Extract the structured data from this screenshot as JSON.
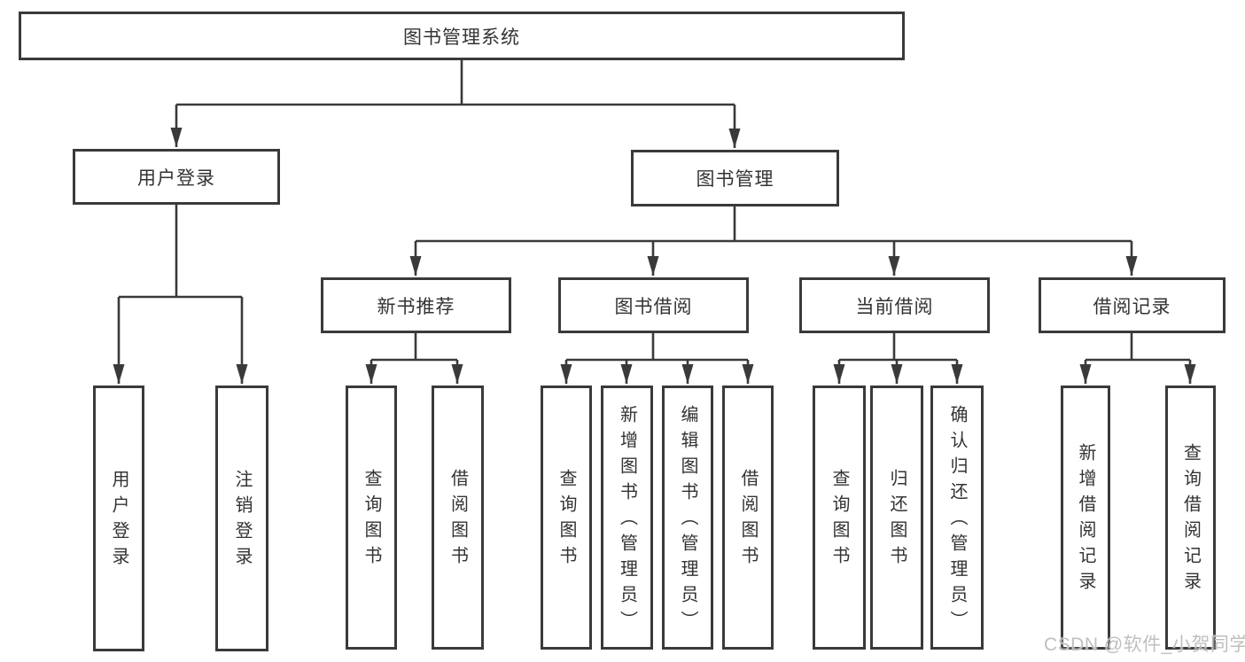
{
  "colors": {
    "line": "#3a3a3a",
    "text": "#333333",
    "watermark": "#bfbfbf"
  },
  "tree": {
    "root": {
      "label": "图书管理系统"
    },
    "level2": [
      {
        "label": "用户登录",
        "children": [
          {
            "label": "用户登录"
          },
          {
            "label": "注销登录"
          }
        ]
      },
      {
        "label": "图书管理",
        "children": [
          {
            "label": "新书推荐",
            "children": [
              {
                "label": "查询图书"
              },
              {
                "label": "借阅图书"
              }
            ]
          },
          {
            "label": "图书借阅",
            "children": [
              {
                "label": "查询图书"
              },
              {
                "label": "新增图书（管理员）"
              },
              {
                "label": "编辑图书（管理员）"
              },
              {
                "label": "借阅图书"
              }
            ]
          },
          {
            "label": "当前借阅",
            "children": [
              {
                "label": "查询图书"
              },
              {
                "label": "归还图书"
              },
              {
                "label": "确认归还（管理员）"
              }
            ]
          },
          {
            "label": "借阅记录",
            "children": [
              {
                "label": "新增借阅记录"
              },
              {
                "label": "查询借阅记录"
              }
            ]
          }
        ]
      }
    ]
  },
  "watermark": {
    "text": "CSDN @软件_小贺同学"
  }
}
